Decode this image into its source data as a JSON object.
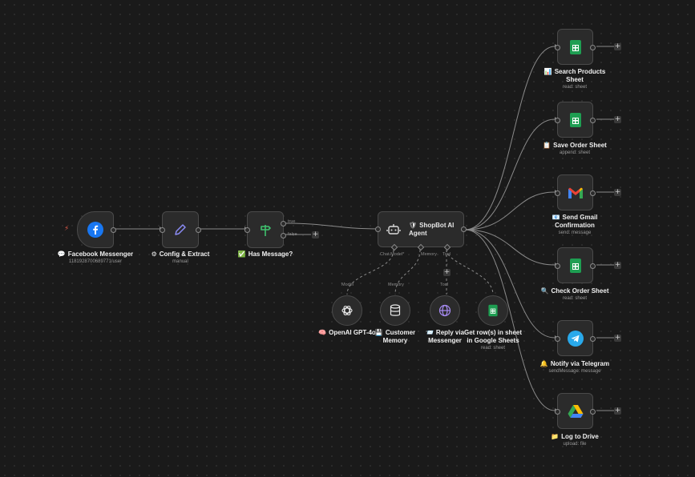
{
  "trigger": {
    "icon": "facebook-icon",
    "emoji": "💬",
    "label": "Facebook Messenger",
    "sub": "1181928700689771/user",
    "accent": "#1877f2",
    "bolt_icon": "lightning-icon"
  },
  "config": {
    "icon": "pencil-icon",
    "emoji": "⚙",
    "label": "Config & Extract",
    "sub": "manual"
  },
  "has_message": {
    "icon": "signpost-icon",
    "emoji": "✅",
    "label": "Has Message?",
    "out_true": "true",
    "out_false": "false"
  },
  "agent": {
    "icon": "robot-icon",
    "emoji": "🛡",
    "label_line1": "ShopBot AI",
    "label_line2": "Agent",
    "port_chat_model": "Chat Model*",
    "port_memory": "Memory",
    "port_tool": "Tool"
  },
  "subnodes": [
    {
      "icon": "openai-icon",
      "top_label": "Model",
      "emoji": "🧠",
      "label1": "OpenAI GPT-4o",
      "label2": "",
      "sub": ""
    },
    {
      "icon": "database-icon",
      "top_label": "Memory",
      "emoji": "💾",
      "label1": "Customer",
      "label2": "Memory",
      "sub": ""
    },
    {
      "icon": "globe-icon",
      "top_label": "Tool",
      "emoji": "📨",
      "label1": "Reply via",
      "label2": "Messenger",
      "sub": ""
    },
    {
      "icon": "google-sheets-icon",
      "top_label": "",
      "emoji": "",
      "label1": "Get row(s) in sheet",
      "label2": "in Google Sheets",
      "sub": "read: sheet"
    }
  ],
  "outputs": [
    {
      "icon": "google-sheets-icon",
      "emoji": "📊",
      "label1": "Search Products",
      "label2": "Sheet",
      "sub": "read: sheet"
    },
    {
      "icon": "google-sheets-icon",
      "emoji": "📋",
      "label1": "Save Order Sheet",
      "label2": "",
      "sub": "append: sheet"
    },
    {
      "icon": "gmail-icon",
      "emoji": "📧",
      "label1": "Send Gmail",
      "label2": "Confirmation",
      "sub": "send: message"
    },
    {
      "icon": "google-sheets-icon",
      "emoji": "🔍",
      "label1": "Check Order Sheet",
      "label2": "",
      "sub": "read: sheet"
    },
    {
      "icon": "telegram-icon",
      "emoji": "🔔",
      "label1": "Notify via Telegram",
      "label2": "",
      "sub": "sendMessage: message"
    },
    {
      "icon": "google-drive-icon",
      "emoji": "📁",
      "label1": "Log to Drive",
      "label2": "",
      "sub": "upload: file"
    }
  ],
  "plus_symbol": "+",
  "colors": {
    "background": "#1a1a1a",
    "node": "#2b2b2b",
    "border": "#4a4a4a",
    "wire": "#8a8a8a",
    "sheets_green": "#1e9e52",
    "telegram_blue": "#29a9eb",
    "openai_bg": "#2b2b2b"
  }
}
